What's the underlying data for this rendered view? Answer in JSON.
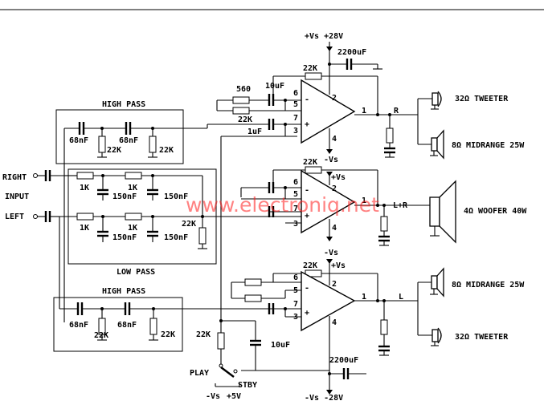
{
  "supply": {
    "pos_top": "+Vs +28V",
    "pos": "+Vs",
    "neg": "-Vs",
    "neg_bottom": "-Vs -28V",
    "stby_left": "-Vs",
    "stby_right": "+5V"
  },
  "inputs": {
    "right": "RIGHT",
    "center": "INPUT",
    "left": "LEFT"
  },
  "filters": {
    "high_pass_top": "HIGH PASS",
    "high_pass_bottom": "HIGH PASS",
    "low_pass": "LOW PASS"
  },
  "values": {
    "r560": "560",
    "r22k": "22K",
    "r1k": "1K",
    "c10uf": "10uF",
    "c1uf": "1uF",
    "c68nf": "68nF",
    "c150nf": "150nF",
    "c2200uf": "2200uF"
  },
  "pins": {
    "p1": "1",
    "p2": "2",
    "p3": "3",
    "p4": "4",
    "p5": "5",
    "p6": "6",
    "p7": "7",
    "minus": "-",
    "plus": "+"
  },
  "outputs": {
    "r": "R",
    "lr": "L+R",
    "l": "L"
  },
  "speakers": {
    "tweeter_top": "32Ω TWEETER",
    "midrange_top": "8Ω MIDRANGE 25W",
    "woofer": "4Ω WOOFER 40W",
    "midrange_bottom": "8Ω MIDRANGE 25W",
    "tweeter_bottom": "32Ω TWEETER"
  },
  "switch": {
    "play": "PLAY",
    "stby": "STBY"
  },
  "watermark": "www.electroniq.net"
}
